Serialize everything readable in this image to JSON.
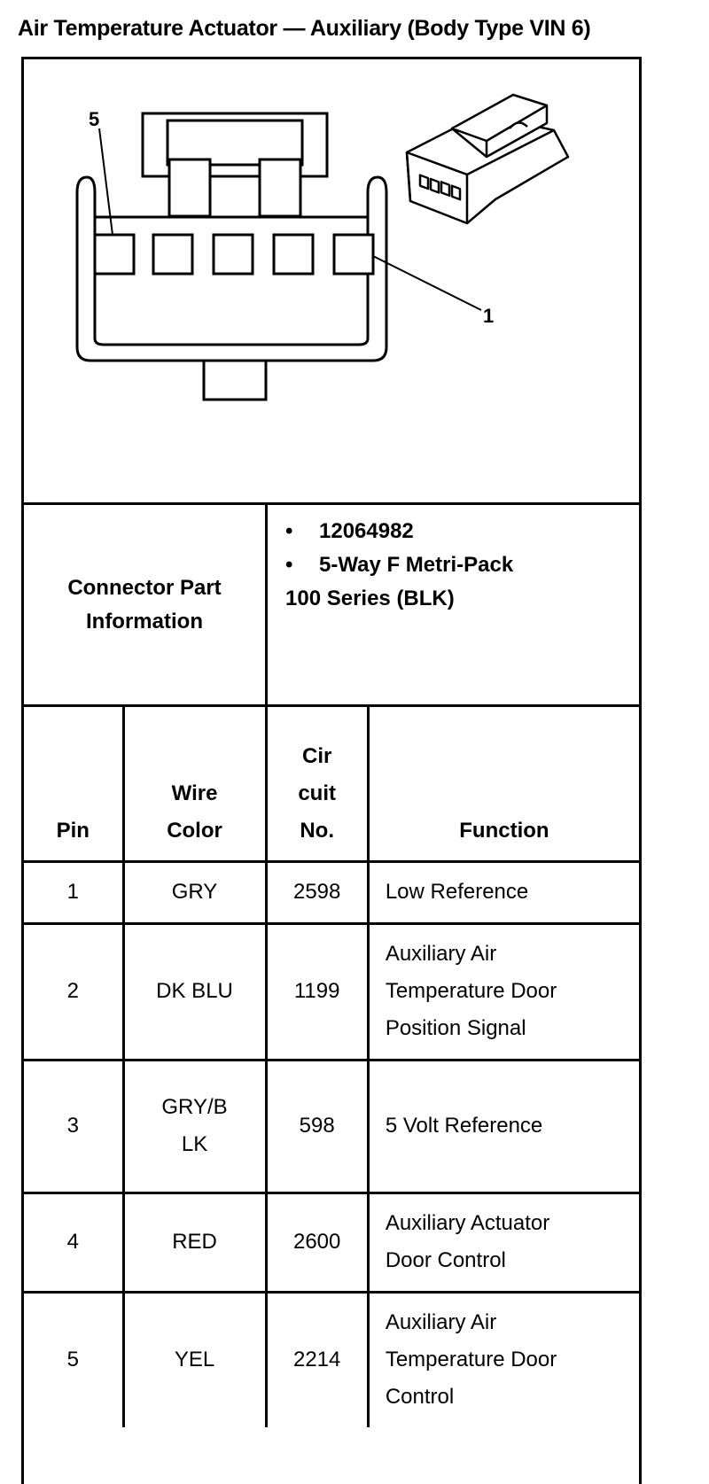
{
  "title": "Air Temperature Actuator — Auxiliary (Body Type VIN 6)",
  "diagram": {
    "callout_left": "5",
    "callout_right": "1",
    "icons": [
      "connector-face-diagram",
      "connector-isometric-view"
    ]
  },
  "connector_info": {
    "label_line1": "Connector Part",
    "label_line2": "Information",
    "bullet": "•",
    "part_number": "12064982",
    "description_line1": "5-Way F Metri-Pack",
    "description_line2": "100 Series (BLK)"
  },
  "table": {
    "headers": {
      "pin": "Pin",
      "wire_color": [
        "Wire",
        "Color"
      ],
      "circuit": [
        "Cir",
        "cuit",
        "No."
      ],
      "function": "Function"
    },
    "rows": [
      {
        "pin": "1",
        "wire": [
          "GRY"
        ],
        "circuit": "2598",
        "function": [
          "Low Reference"
        ]
      },
      {
        "pin": "2",
        "wire": [
          "DK BLU"
        ],
        "circuit": "1199",
        "function": [
          "Auxiliary Air",
          "Temperature Door",
          "Position Signal"
        ]
      },
      {
        "pin": "3",
        "wire": [
          "GRY/B",
          "LK"
        ],
        "circuit": "598",
        "function": [
          "5 Volt Reference"
        ]
      },
      {
        "pin": "4",
        "wire": [
          "RED"
        ],
        "circuit": "2600",
        "function": [
          "Auxiliary Actuator",
          "Door Control"
        ]
      },
      {
        "pin": "5",
        "wire": [
          "YEL"
        ],
        "circuit": "2214",
        "function": [
          "Auxiliary Air",
          "Temperature Door",
          "Control"
        ]
      }
    ]
  }
}
